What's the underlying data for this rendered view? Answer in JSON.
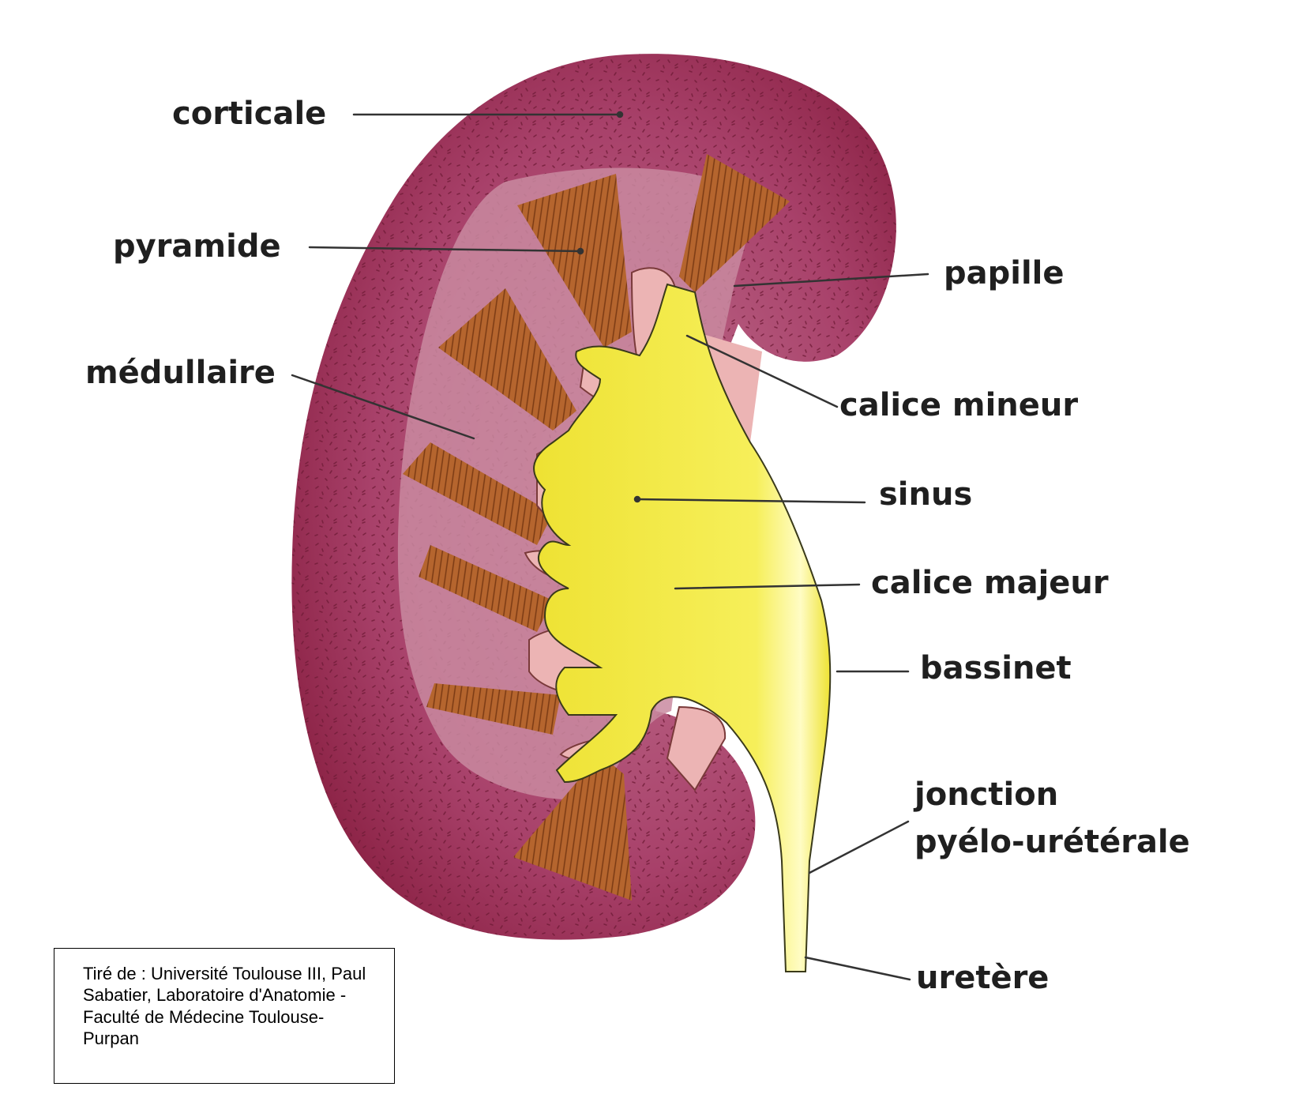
{
  "labels": {
    "corticale": "corticale",
    "pyramide": "pyramide",
    "medullaire": "médullaire",
    "papille": "papille",
    "calice_mineur": "calice mineur",
    "sinus": "sinus",
    "calice_majeur": "calice majeur",
    "bassinet": "bassinet",
    "jonction_line1": "jonction",
    "jonction_line2": "pyélo-urétérale",
    "uretere": "uretère"
  },
  "credit": "Tiré de : Université Toulouse III, Paul Sabatier, Laboratoire d'Anatomie - Faculté de Médecine Toulouse-Purpan",
  "colors": {
    "cortex": "#9a2f52",
    "cortex_inner": "#b45a7c",
    "medulla": "#c98aa0",
    "pyramid": "#b5652e",
    "pyramid_stripe": "#7a3a14",
    "sinus": "#ecb4b4",
    "pelvis": "#f2e828",
    "pelvis_highlight": "#fffcc4",
    "leader_line": "#333333"
  }
}
